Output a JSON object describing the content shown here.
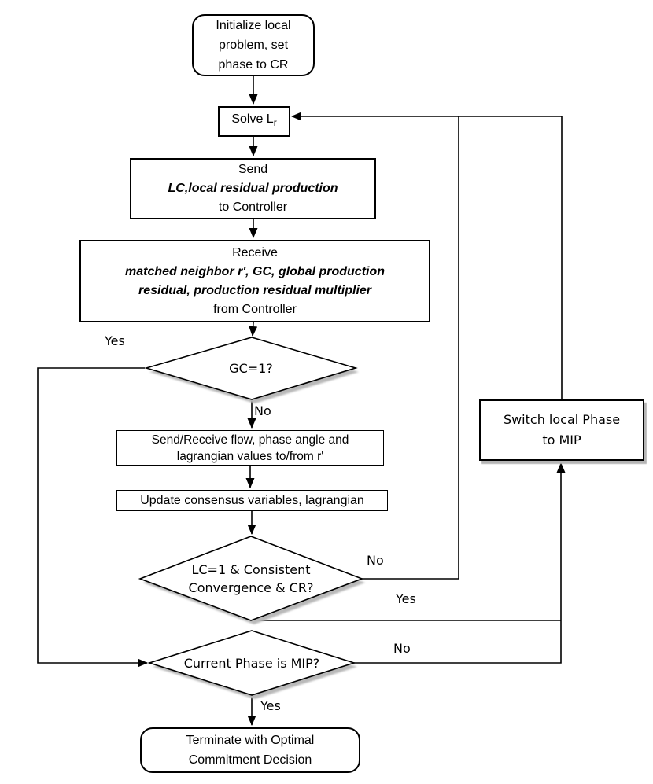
{
  "diagram": {
    "background": "#ffffff",
    "stroke_color": "#000000",
    "node_fill": "#ffffff",
    "shadow_color": "#b9b9b9",
    "nodes": {
      "start": {
        "type": "terminal",
        "line1": "Initialize local",
        "line2": "problem, set",
        "line3": "phase to CR"
      },
      "solve": {
        "type": "process",
        "label": "Solve L",
        "subscript": "r"
      },
      "send": {
        "type": "process",
        "line1": "Send",
        "line2": "LC,local residual production",
        "line3": "to Controller"
      },
      "receive": {
        "type": "process",
        "line1": "Receive",
        "line2": "matched neighbor r', GC, global production",
        "line3": "residual, production residual multiplier",
        "line4": "from Controller"
      },
      "gc_decision": {
        "type": "decision",
        "label": "GC=1?"
      },
      "exchange": {
        "type": "process",
        "line1": "Send/Receive flow, phase angle and",
        "line2": "lagrangian values to/from r'"
      },
      "update": {
        "type": "process",
        "label": "Update consensus variables, lagrangian"
      },
      "lc_decision": {
        "type": "decision",
        "line1": "LC=1 & Consistent",
        "line2": "Convergence & CR?"
      },
      "switch_phase": {
        "type": "process",
        "line1": "Switch local Phase",
        "line2": "to MIP"
      },
      "phase_decision": {
        "type": "decision",
        "label": "Current Phase is MIP?"
      },
      "terminate": {
        "type": "terminal",
        "line1": "Terminate with Optimal",
        "line2": "Commitment Decision"
      }
    },
    "edge_labels": {
      "gc_yes": "Yes",
      "gc_no": "No",
      "lc_no": "No",
      "lc_yes": "Yes",
      "phase_no": "No",
      "phase_yes": "Yes"
    }
  }
}
